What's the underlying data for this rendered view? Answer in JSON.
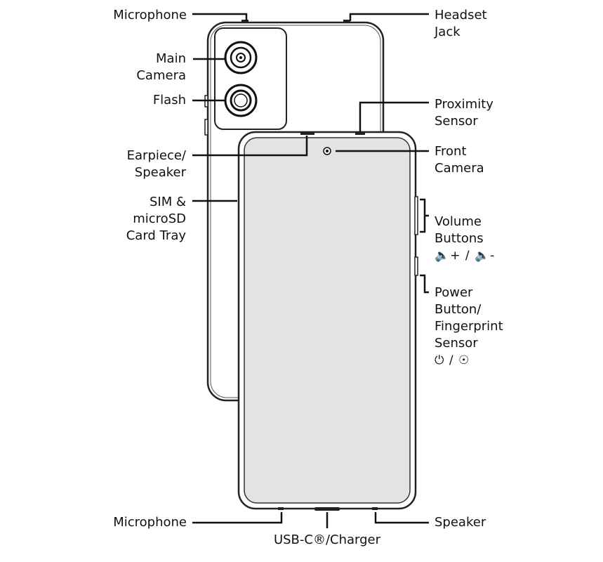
{
  "labels": {
    "microphone_top": "Microphone",
    "headset_jack": [
      "Headset",
      "Jack"
    ],
    "main_camera": [
      "Main",
      "Camera"
    ],
    "flash": "Flash",
    "proximity_sensor": [
      "Proximity",
      "Sensor"
    ],
    "earpiece_speaker": [
      "Earpiece/",
      "Speaker"
    ],
    "front_camera": [
      "Front",
      "Camera"
    ],
    "sim_tray": [
      "SIM &",
      "microSD",
      "Card Tray"
    ],
    "volume_buttons": [
      "Volume",
      "Buttons"
    ],
    "volume_icons": "🔈+ / 🔈-",
    "power_button": [
      "Power",
      "Button/",
      "Fingerprint",
      "Sensor"
    ],
    "power_icons": "⏻ / ☉",
    "microphone_bottom": "Microphone",
    "usbc_charger": "USB-C®/Charger",
    "speaker_bottom": "Speaker"
  },
  "colors": {
    "outline": "#222222",
    "screen_fill": "#e3e3e3",
    "body_fill": "#ffffff",
    "leader": "#111111"
  },
  "icons": [
    "volume-up-icon",
    "volume-down-icon",
    "power-icon",
    "fingerprint-icon"
  ]
}
